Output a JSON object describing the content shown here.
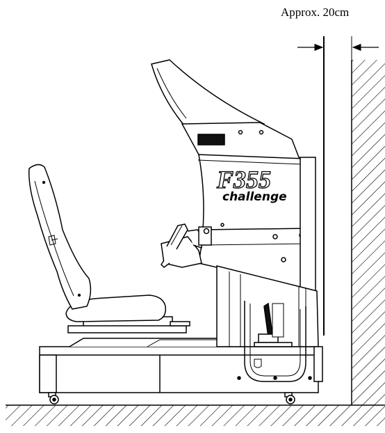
{
  "clearance_label": "Approx. 20cm",
  "logo": {
    "main": "F355",
    "sub": "challenge"
  },
  "colors": {
    "line": "#000000",
    "background": "#ffffff",
    "panel_dark": "#111111"
  }
}
